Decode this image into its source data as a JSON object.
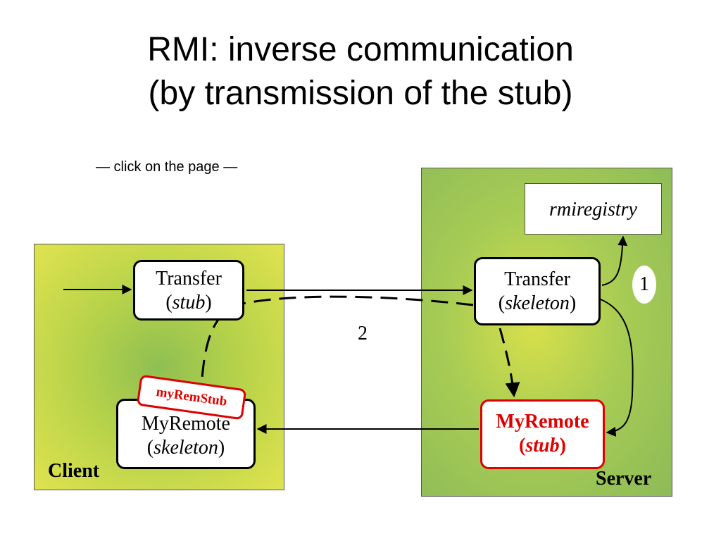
{
  "title": {
    "line1": "RMI: inverse communication",
    "line2": "(by transmission of the stub)"
  },
  "hint": "— click on the page —",
  "client": {
    "label": "Client",
    "transfer_stub": {
      "name": "Transfer",
      "open": "(",
      "role": "stub",
      "close": ")"
    },
    "myremote_skeleton": {
      "name": "MyRemote",
      "open": "(",
      "role": "skeleton",
      "close": ")"
    },
    "tag": "myRemStub"
  },
  "server": {
    "label": "Server",
    "rmiregistry": "rmiregistry",
    "transfer_skeleton": {
      "name": "Transfer",
      "open": "(",
      "role": "skeleton",
      "close": ")"
    },
    "myremote_stub": {
      "name": "MyRemote",
      "open": "(",
      "role": "stub",
      "close": ")"
    }
  },
  "steps": {
    "one": "1",
    "two": "2"
  },
  "colors": {
    "highlight": "#e00000",
    "client_panel": "#e0e34e",
    "server_panel": "#8dbb58"
  }
}
